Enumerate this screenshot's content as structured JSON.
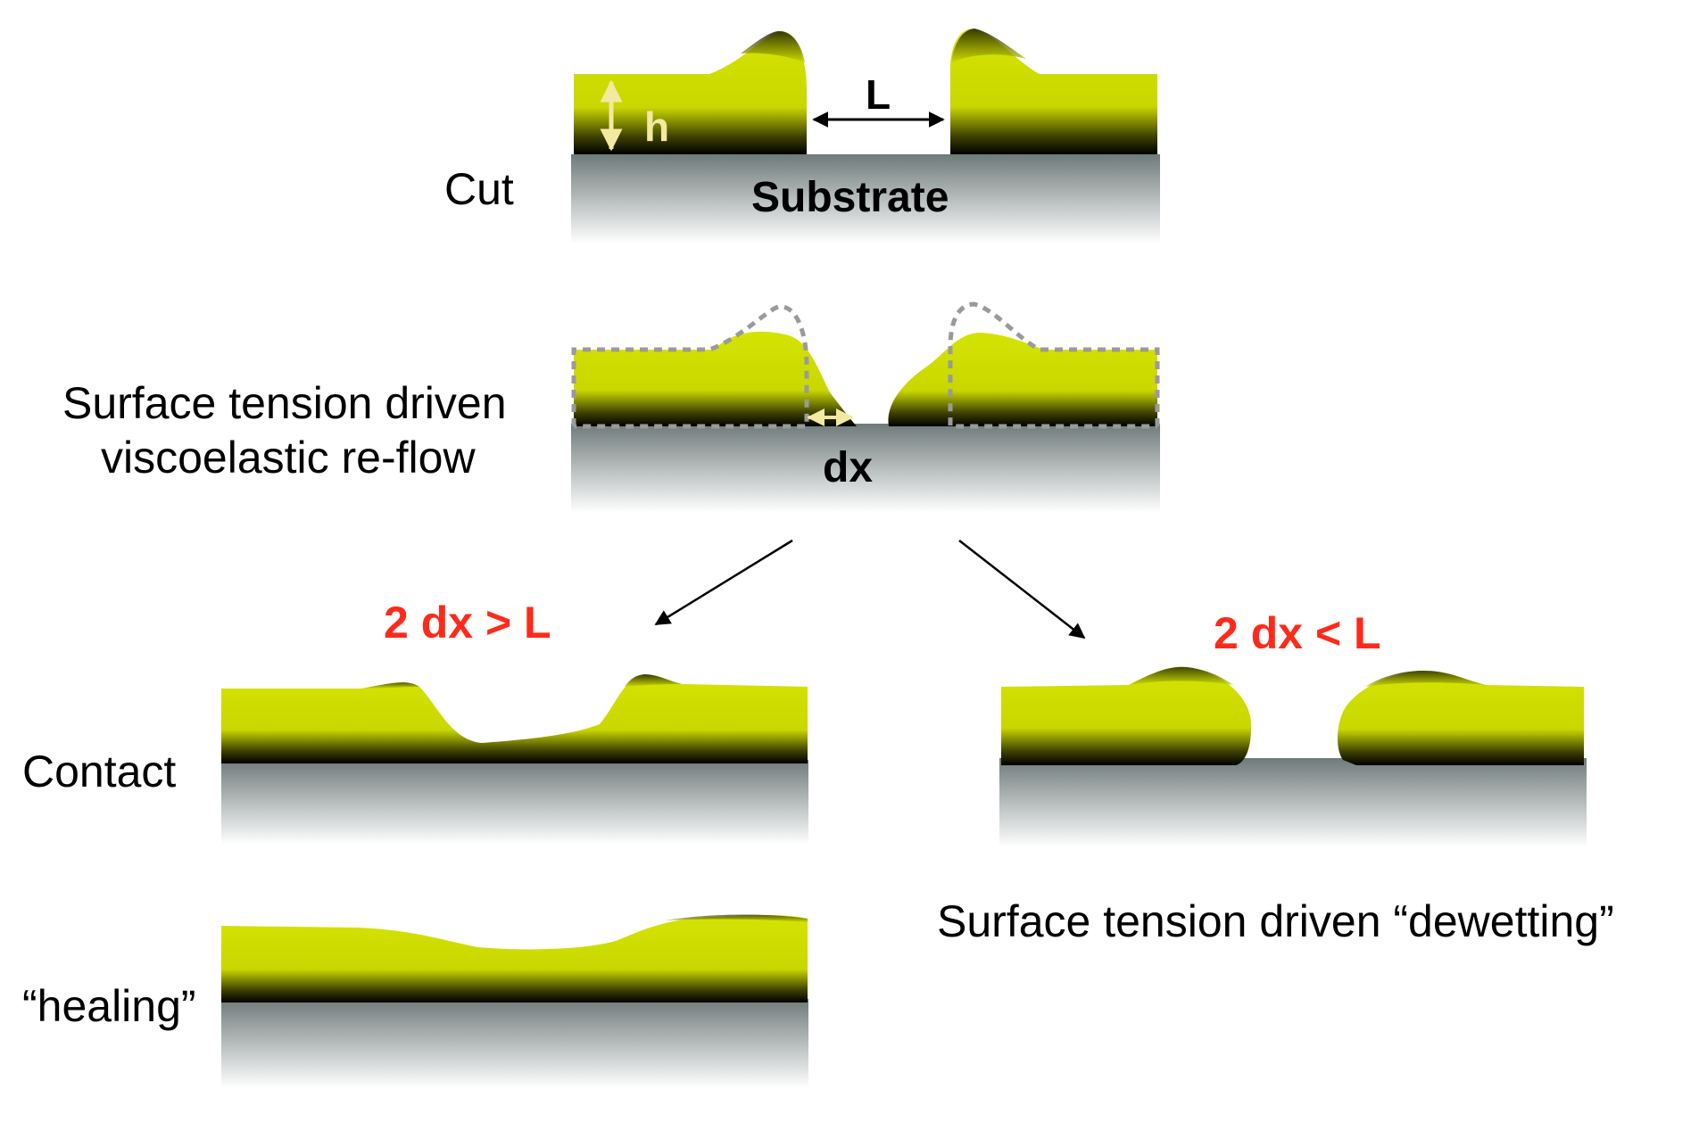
{
  "colors": {
    "film": "#d4e400",
    "film_dark": "#000000",
    "substrate_top": "#6f7a7a",
    "substrate_bottom": "#ffffff",
    "condition": "#ff2a1a",
    "dimension_h": "#f4e9a0",
    "dimension_L": "#000000",
    "arrow": "#000000",
    "outline": "#9a9a9a"
  },
  "panels": {
    "cut": {
      "label": "Cut",
      "substrate_label": "Substrate",
      "height_symbol": "h",
      "gap_symbol": "L"
    },
    "reflow": {
      "label_line1": "Surface tension driven",
      "label_line2": "viscoelastic re-flow",
      "flow_symbol": "dx"
    },
    "contact": {
      "condition": "2 dx > L",
      "label": "Contact"
    },
    "healing": {
      "label": "“healing”"
    },
    "dewetting": {
      "condition": "2 dx < L",
      "label": "Surface tension driven “dewetting”"
    }
  }
}
